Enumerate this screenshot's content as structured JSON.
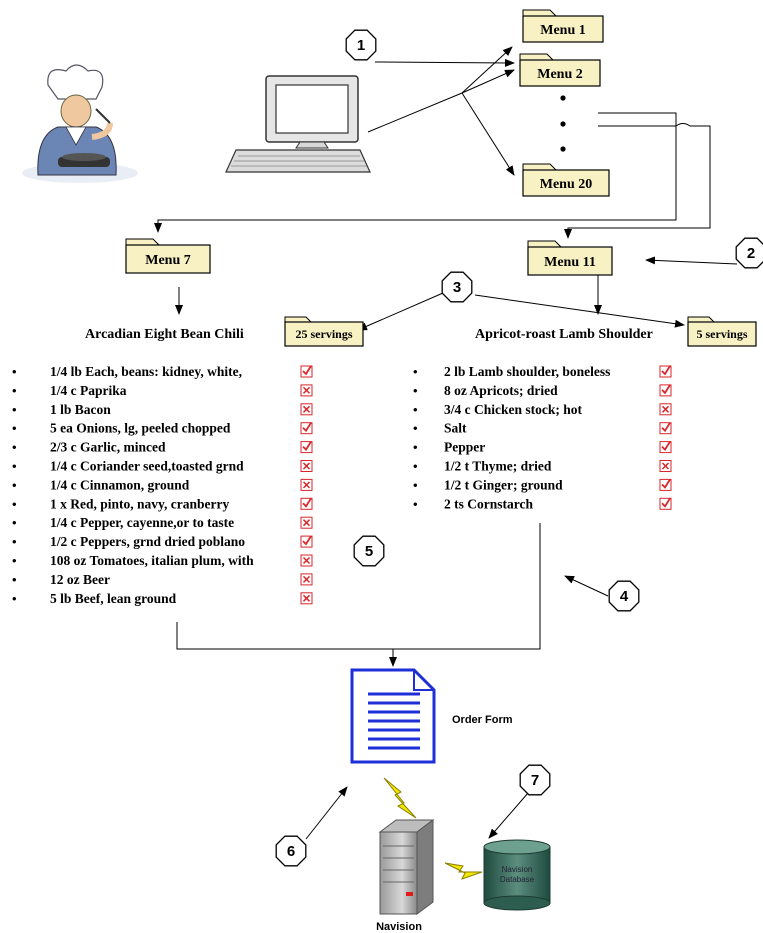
{
  "colors": {
    "folder_fill": "#f7f1c3",
    "check_red": "#d9262b",
    "doc_blue": "#1e2fd8",
    "bolt_yellow": "#f3e600",
    "db_green": "#2c5d4f"
  },
  "menus": {
    "menu1": "Menu 1",
    "menu2": "Menu 2",
    "menu20": "Menu 20",
    "menu7": "Menu 7",
    "menu11": "Menu 11"
  },
  "steps": [
    "1",
    "2",
    "3",
    "4",
    "5",
    "6",
    "7"
  ],
  "recipe_left": {
    "title": "Arcadian Eight Bean Chili",
    "servings": "25 servings",
    "ingredients": [
      {
        "text": "1/4 lb Each, beans: kidney, white,",
        "mark": "check"
      },
      {
        "text": "1/4 c  Paprika",
        "mark": "x"
      },
      {
        "text": "1 lb Bacon",
        "mark": "x"
      },
      {
        "text": "5 ea Onions, lg, peeled chopped",
        "mark": "check"
      },
      {
        "text": "2/3 c  Garlic, minced",
        "mark": "check"
      },
      {
        "text": "1/4 c  Coriander seed,toasted grnd",
        "mark": "x"
      },
      {
        "text": "1/4 c  Cinnamon, ground",
        "mark": "x"
      },
      {
        "text": "1 x  Red, pinto, navy, cranberry",
        "mark": "check"
      },
      {
        "text": "1/4 c  Pepper, cayenne,or to taste",
        "mark": "x"
      },
      {
        "text": "1/2 c  Peppers, grnd dried poblano",
        "mark": "check"
      },
      {
        "text": "108 oz Tomatoes, italian plum, with",
        "mark": "x"
      },
      {
        "text": "12 oz Beer",
        "mark": "x"
      },
      {
        "text": "5 lb Beef, lean ground",
        "mark": "x"
      }
    ]
  },
  "recipe_right": {
    "title": "Apricot-roast Lamb Shoulder",
    "servings": "5 servings",
    "ingredients": [
      {
        "text": "2 lb Lamb shoulder, boneless",
        "mark": "check"
      },
      {
        "text": "8 oz Apricots; dried",
        "mark": "check"
      },
      {
        "text": "3/4 c  Chicken stock; hot",
        "mark": "x"
      },
      {
        "text": "Salt",
        "mark": "check"
      },
      {
        "text": "Pepper",
        "mark": "check"
      },
      {
        "text": "1/2 t  Thyme; dried",
        "mark": "x"
      },
      {
        "text": "1/2 t  Ginger; ground",
        "mark": "check"
      },
      {
        "text": "2 ts Cornstarch",
        "mark": "check"
      }
    ]
  },
  "order_form_label": "Order Form",
  "server_label": "Navision",
  "database_label_line1": "Navision",
  "database_label_line2": "Database",
  "icons": [
    "chef-icon",
    "computer-icon",
    "folder-icon",
    "document-icon",
    "lightning-icon",
    "server-icon",
    "database-icon"
  ]
}
